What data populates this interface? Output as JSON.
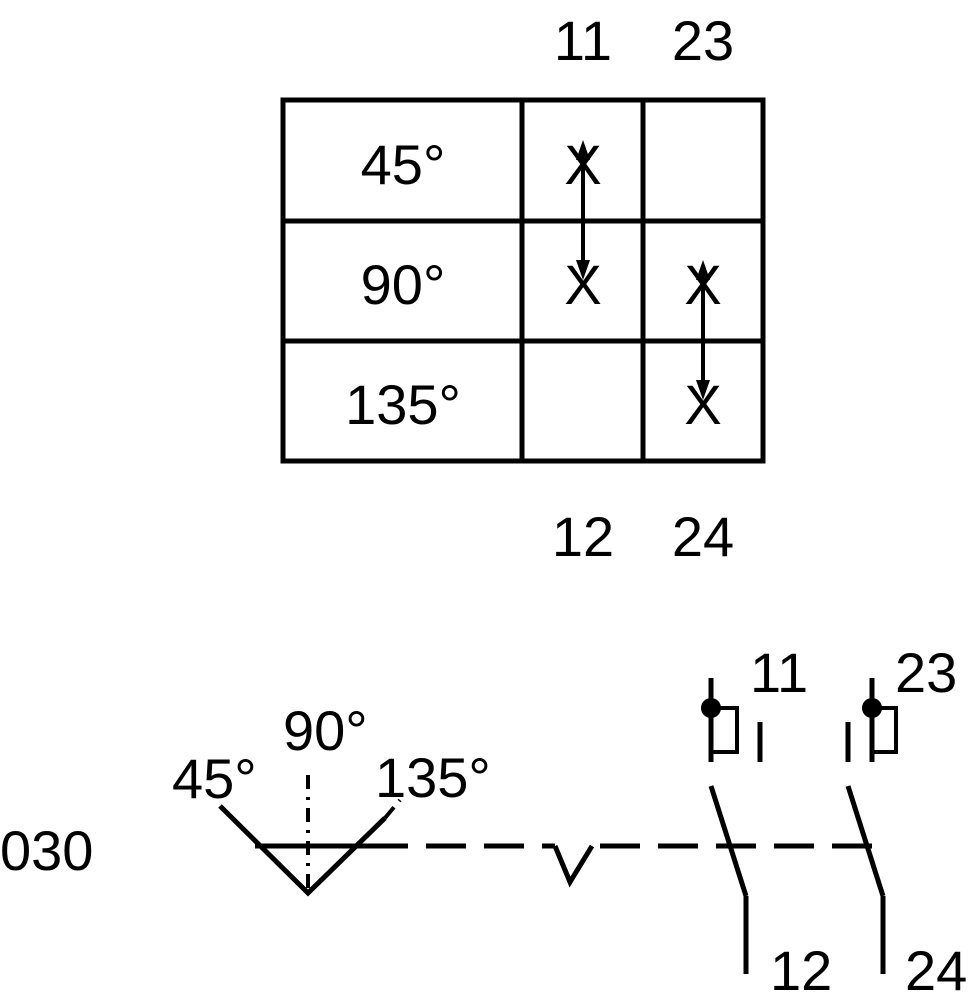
{
  "table": {
    "top_labels": [
      "11",
      "23"
    ],
    "bottom_labels": [
      "12",
      "24"
    ],
    "rows": [
      {
        "angle": "45°",
        "marks": [
          "X",
          ""
        ]
      },
      {
        "angle": "90°",
        "marks": [
          "X",
          "X"
        ]
      },
      {
        "angle": "135°",
        "marks": [
          "",
          "X"
        ]
      }
    ]
  },
  "schematic": {
    "code": "030",
    "angles": [
      "45°",
      "90°",
      "135°"
    ],
    "contacts": [
      {
        "top": "11",
        "bottom": "12"
      },
      {
        "top": "23",
        "bottom": "24"
      }
    ]
  }
}
